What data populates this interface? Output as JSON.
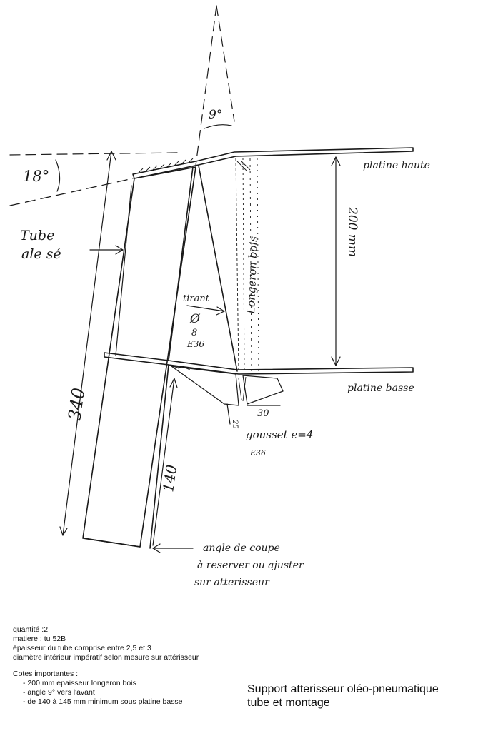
{
  "sketch_labels": {
    "angle_top": "9°",
    "angle_left": "18°",
    "tube_word1": "Tube",
    "tube_word2": "ale sé",
    "platine_haute": "platine haute",
    "platine_basse": "platine basse",
    "height_200": "200 mm",
    "longeron": "Longeron bois",
    "tirant": "tirant",
    "tirant_phi": "Ø",
    "tirant_dia": "8",
    "tirant_mat": "E36",
    "dim_340": "340",
    "dim_140": "140",
    "dim_30": "30",
    "dim_25": "25",
    "gousset": "gousset e=4",
    "gousset_mat": "E36",
    "angle_line1": "angle de coupe",
    "angle_line2": "à reserver ou ajuster",
    "angle_line3": "sur atterisseur"
  },
  "notes": {
    "quantite": "quantité :2",
    "matiere": "matiere : tu 52B",
    "epaisseur": "épaisseur du tube comprise entre 2,5 et 3",
    "diametre": "diamètre intérieur impératif selon mesure sur attérisseur",
    "cotes_title": "Cotes importantes :",
    "cote1": "- 200 mm epaisseur longeron bois",
    "cote2": "- angle 9° vers l'avant",
    "cote3": "- de 140  à 145 mm minimum sous platine basse"
  },
  "title": {
    "line1": "Support atterisseur oléo-pneumatique",
    "line2": "tube et montage"
  }
}
